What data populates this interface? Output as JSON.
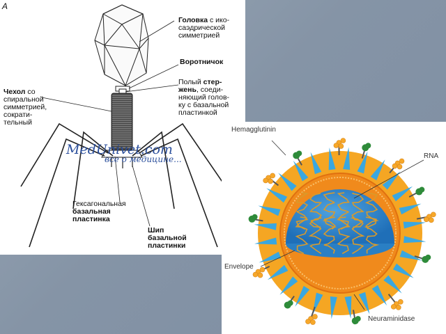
{
  "phage": {
    "panel_letter": "A",
    "head_label_bold": "Головка",
    "head_label_rest": " с ико-\nсаэдрической\nсимметрией",
    "collar_label": "Воротничок",
    "core_label_pre": "Полый ",
    "core_label_bold": "стер-\nжень",
    "core_label_rest": ", соеди-\nняющий голов-\nку с базальной\nпластинкой",
    "sheath_label_bold": "Чехол",
    "sheath_label_rest": " со\nспиральной\nсимметрией,\nсократи-\nтельный",
    "baseplate_label_pre": "Гексагональная\n",
    "baseplate_label_bold": "базальная\nпластинка",
    "spike_label": "Шип\nбазальной\nпластинки",
    "watermark_line1": "MedUnivet.com",
    "watermark_line2": "все о медицине...",
    "colors": {
      "line": "#222222",
      "background": "#ffffff",
      "watermark": "#2b4f9c"
    }
  },
  "virus": {
    "hemagglutinin_label": "Hemagglutinin",
    "rna_label": "RNA",
    "envelope_label": "Envelope",
    "neuraminidase_label": "Neuraminidase",
    "colors": {
      "envelope_outer": "#f5a623",
      "membrane": "#f08a1c",
      "interior": "#1f6fb8",
      "interior_light": "#4fa3e0",
      "rna": "#d99a2b",
      "hemagglutinin_spike": "#3aa7e0",
      "neuraminidase": "#2e8b3a",
      "protein_cluster": "#f7a82a"
    }
  }
}
